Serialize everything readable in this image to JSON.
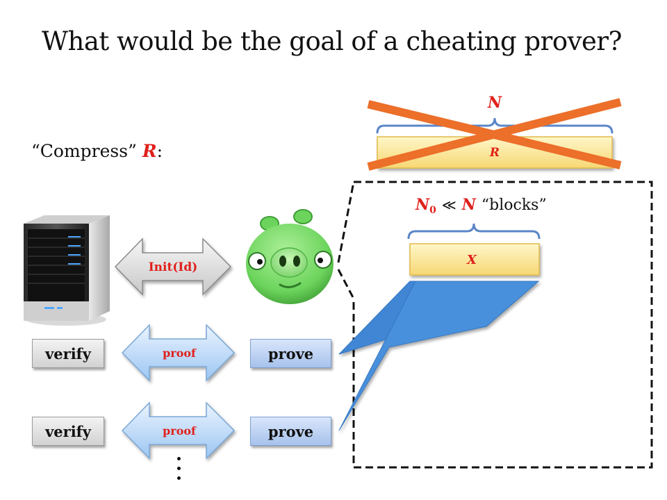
{
  "slide": {
    "title": "What would be the goal of a cheating prover?",
    "compress_prefix": "“Compress” ",
    "compress_var": "R",
    "compress_suffix": ":"
  },
  "top_diagram": {
    "n_label": "N",
    "r_label": "R"
  },
  "inset": {
    "n0_label": "N",
    "n0_sub": "0",
    "ll": "≪",
    "n_label": "N",
    "blocks_label": "“blocks”",
    "x_label": "X"
  },
  "exchange": {
    "init_label": "Init(Id)",
    "rows": [
      {
        "verify": "verify",
        "proof": "proof",
        "prove": "prove"
      },
      {
        "verify": "verify",
        "proof": "proof",
        "prove": "prove"
      }
    ]
  },
  "colors": {
    "accent_red": "#e0201b",
    "cross_orange": "#ec6f2a",
    "bracket_blue": "#5a86c8",
    "pig_green": "#7bd870",
    "wedge_blue": "#3f86d4"
  },
  "icons": {
    "server": "server-icon",
    "pig": "pig-icon"
  }
}
